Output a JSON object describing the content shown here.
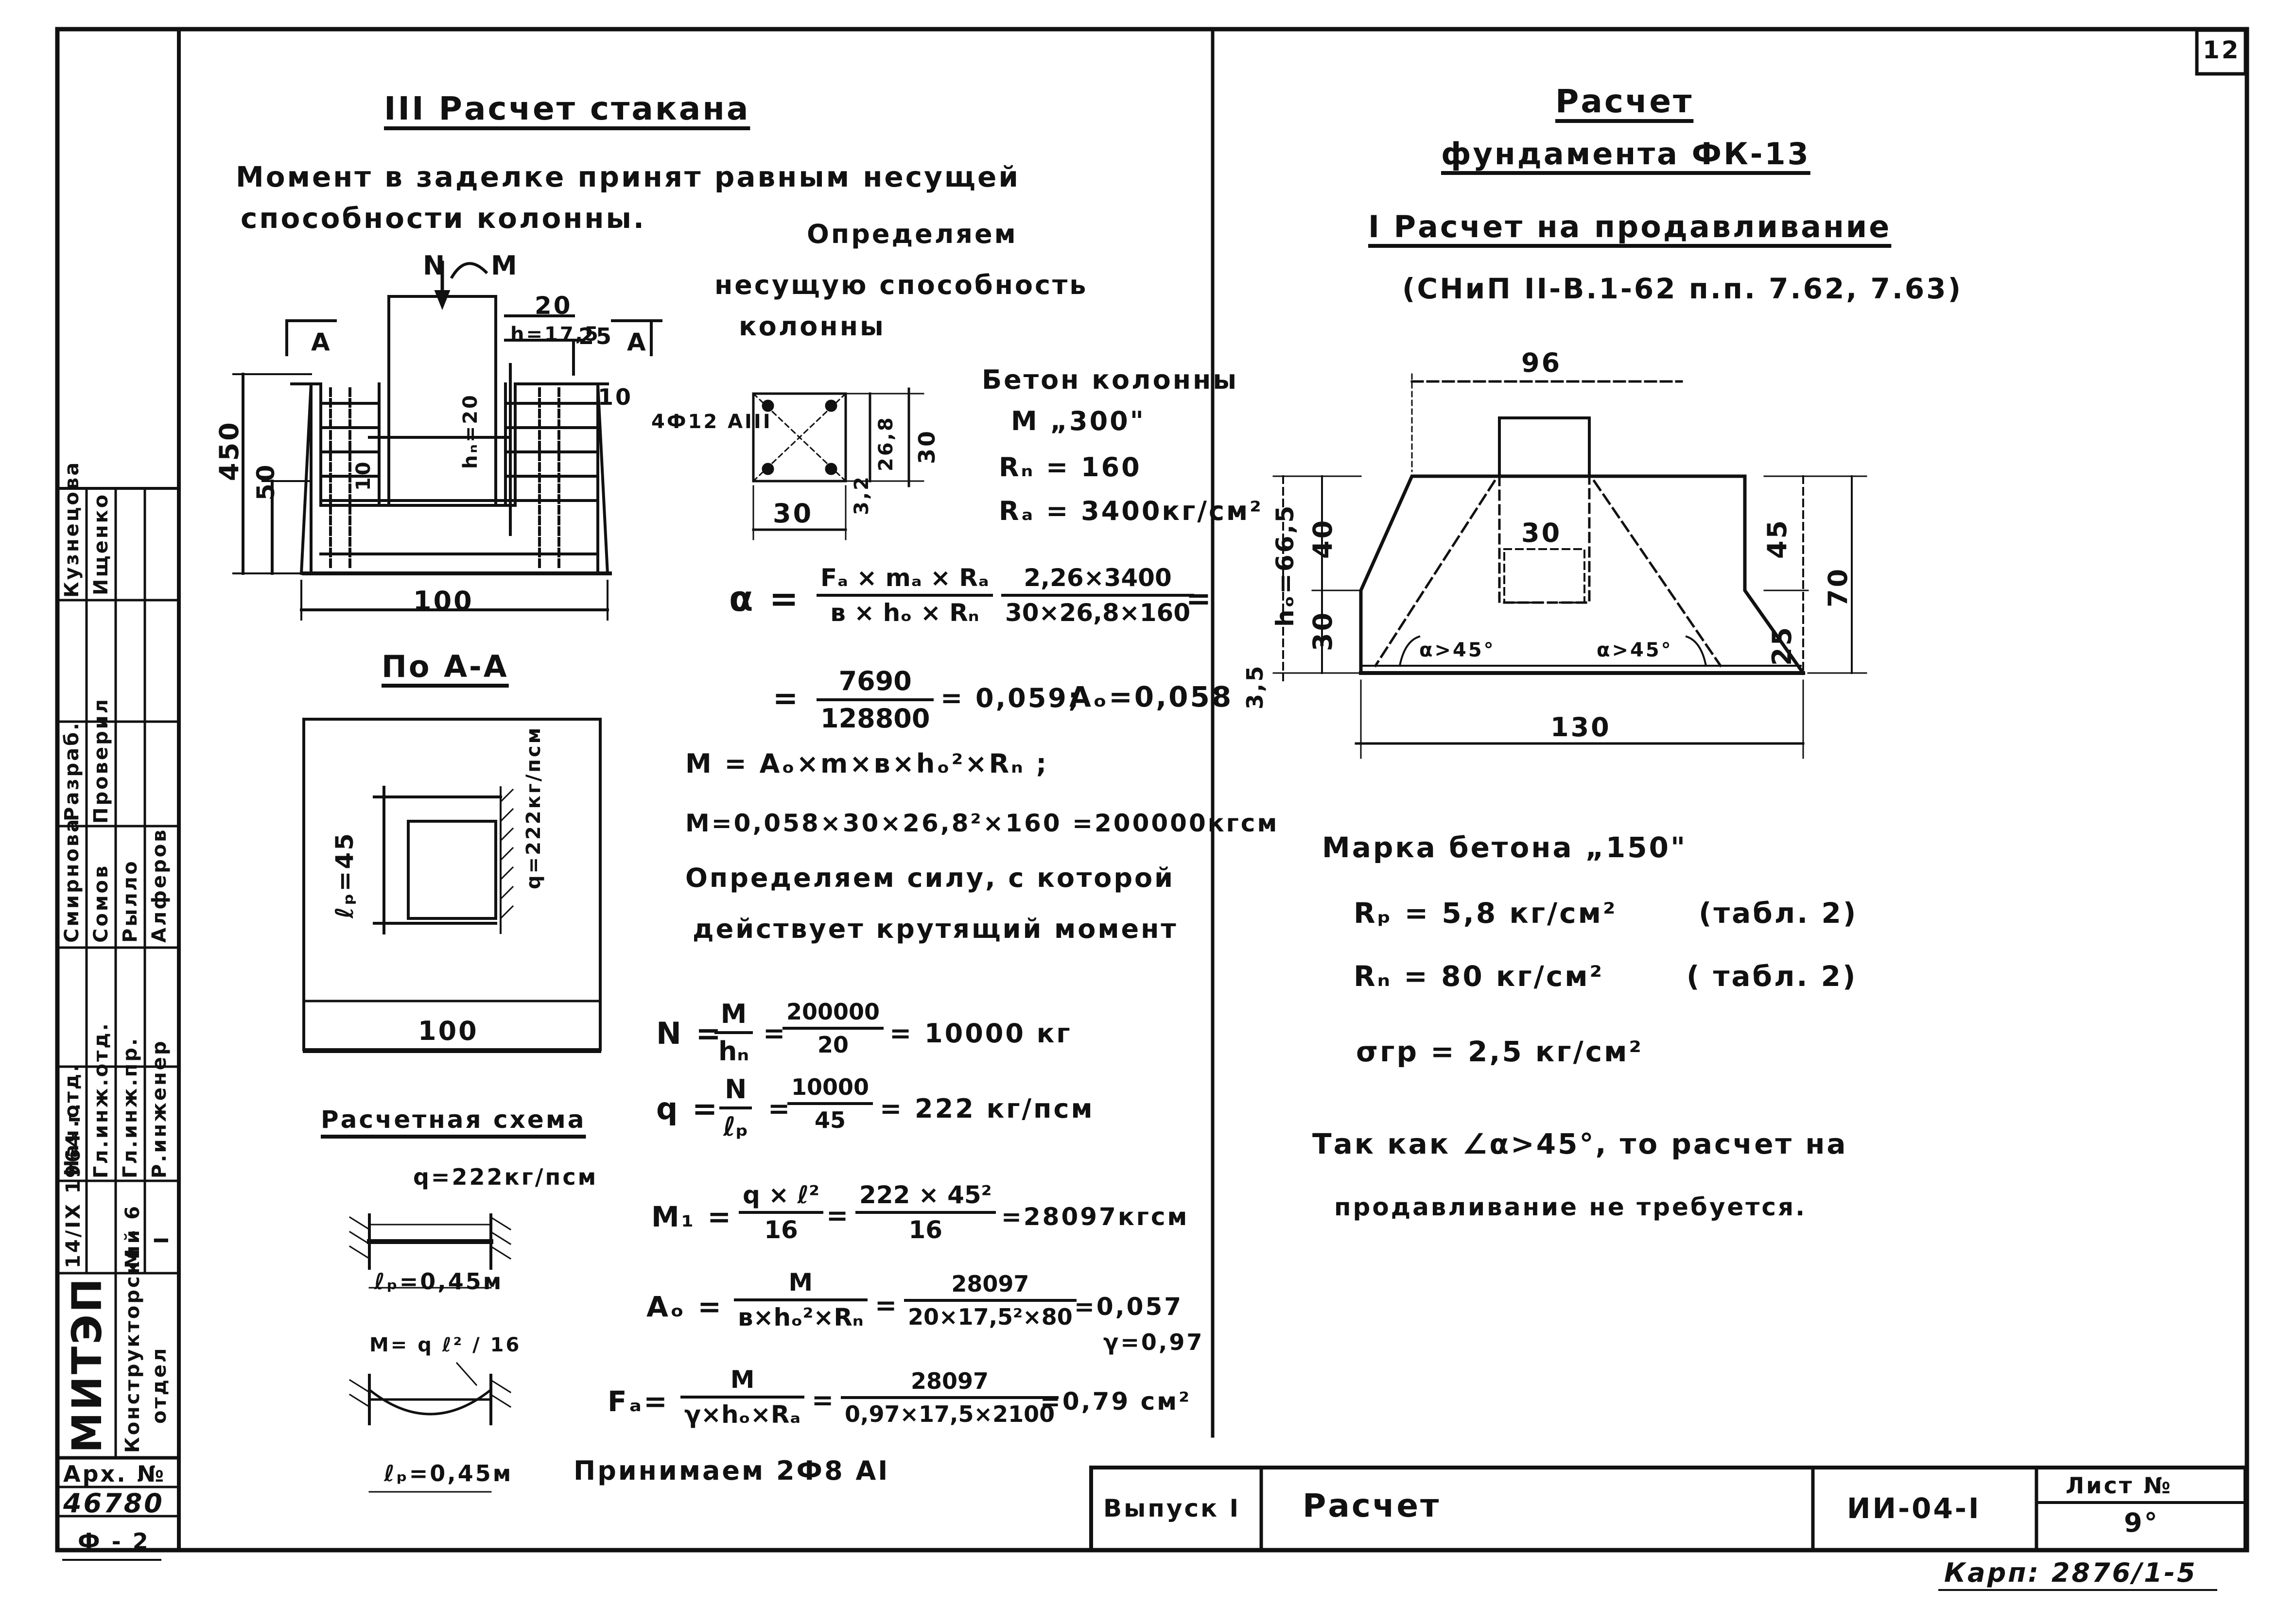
{
  "sheet_number": "12",
  "left": {
    "section_title": "III Расчет стакана",
    "intro": [
      "Момент в заделке принят равным несущей",
      "способности колонны."
    ],
    "det_heading": [
      "Определяем",
      "несущую способность",
      "колонны"
    ],
    "dims": {
      "d20": "20",
      "d175": "h=17,5",
      "d25": "25",
      "d10": "10",
      "d450": "450",
      "d50": "50",
      "d100": "100",
      "d10b": "10",
      "hn20": "hₙ=20",
      "secA": "А",
      "N": "N",
      "M": "M"
    },
    "section_aa": "По А-А",
    "aa_dims": {
      "lp": "ℓₚ=45",
      "q": "q=222кг/псм",
      "w": "100"
    },
    "scheme_title": "Расчетная схема",
    "scheme": {
      "q": "q=222кг/псм",
      "lp1": "ℓₚ=0,45м",
      "m": "M= q ℓ² / 16",
      "lp2": "ℓₚ=0,45м"
    },
    "col_section": {
      "bars": "4Ф12 АIII",
      "d268": "26,8",
      "d30v": "30",
      "d30h": "30",
      "d32": "3,2"
    },
    "concrete": {
      "title": "Бетон колонны",
      "grade": "М „300\"",
      "rn": "Rₙ = 160",
      "ra": "Rₐ = 3400кг/см²"
    },
    "alpha": {
      "lhs": "α =",
      "n1": "Fₐ × mₐ × Rₐ",
      "d1": "в × hₒ × Rₙ",
      "n2": "2,26×3400",
      "d2": "30×26,8×160",
      "eq": "=",
      "n3": "7690",
      "d3": "128800",
      "r3": "= 0,059;",
      "a0": "Aₒ=0,058"
    },
    "moment": {
      "f1": "M = Aₒ×m×в×hₒ²×Rₙ ;",
      "f2": "M=0,058×30×26,8²×160 =200000кгсм"
    },
    "force_text": [
      "Определяем силу, с которой",
      "действует крутящий момент"
    ],
    "N": {
      "lhs": "N =",
      "num": "M",
      "den": "hₙ",
      "rhs": "= 200000 / 20 = 10000 кг",
      "n2": "200000",
      "d2": "20",
      "r": "= 10000 кг"
    },
    "q": {
      "lhs": "q =",
      "num": "N",
      "den": "ℓₚ",
      "n2": "10000",
      "d2": "45",
      "r": "= 222 кг/псм"
    },
    "m1": {
      "lhs": "M₁ =",
      "num": "q × ℓ²",
      "den": "16",
      "n2": "222 × 45²",
      "d2": "16",
      "r": "=28097кгсм"
    },
    "a0": {
      "lhs": "Aₒ =",
      "num": "M",
      "den": "в×hₒ²×Rₙ",
      "n2": "28097",
      "d2": "20×17,5²×80",
      "r": "=0,057",
      "g": "γ=0,97"
    },
    "fa": {
      "lhs": "Fₐ=",
      "num": "M",
      "den": "γ×hₒ×Rₐ",
      "n2": "28097",
      "d2": "0,97×17,5×2100",
      "r": "=0,79 см²"
    },
    "accept": "Принимаем 2Ф8 AI"
  },
  "right": {
    "title1": "Расчет",
    "title2": "фундамента ФК-13",
    "sec": "I Расчет на продавливание",
    "ref": "(СНиП II-В.1-62  п.п. 7.62, 7.63)",
    "dims": {
      "d96": "96",
      "d30": "30",
      "d45": "45",
      "d70": "70",
      "d25": "25",
      "d130": "130",
      "d40": "40",
      "d30v": "30",
      "d35": "3,5",
      "h0": "hₒ=66,5",
      "a1": "α>45°",
      "a2": "α>45°"
    },
    "grade": "Марка бетона „150\"",
    "rp": "Rₚ = 5,8 кг/см²",
    "rp_ref": "(табл. 2)",
    "rn": "Rₙ = 80 кг/см²",
    "rn_ref": "( табл. 2)",
    "sg": "σгр = 2,5 кг/см²",
    "concl1": "Так как  ∠α>45°, то расчет  на",
    "concl2": "продавливание  не требуется."
  },
  "stamp": {
    "vypusk": "Выпуск I",
    "title": "Расчет",
    "code": "ИИ-04-I",
    "list_label": "Лист №",
    "list_no": "9°",
    "karp": "Карп: 2876/1-5"
  },
  "side": {
    "org": "МИТЭП",
    "dept1": "Конструкторский",
    "dept2": "отдел",
    "date": "14/IX 1964 г.",
    "sheet": "M - 6",
    "sheet2": "I",
    "roles": [
      "Нач.отд.",
      "Гл.инж.отд.",
      "Гл.инж.пр.",
      "Р.инженер"
    ],
    "names": [
      "Смирнова",
      "Сомов",
      "Рылло",
      "Алферов"
    ],
    "roles2": [
      "Разраб.",
      "Проверил"
    ],
    "names2": [
      "Кузнецова",
      "Ищенко"
    ],
    "arch_label": "Арх. №",
    "arch_no": "46780",
    "form": "Ф - 2"
  }
}
